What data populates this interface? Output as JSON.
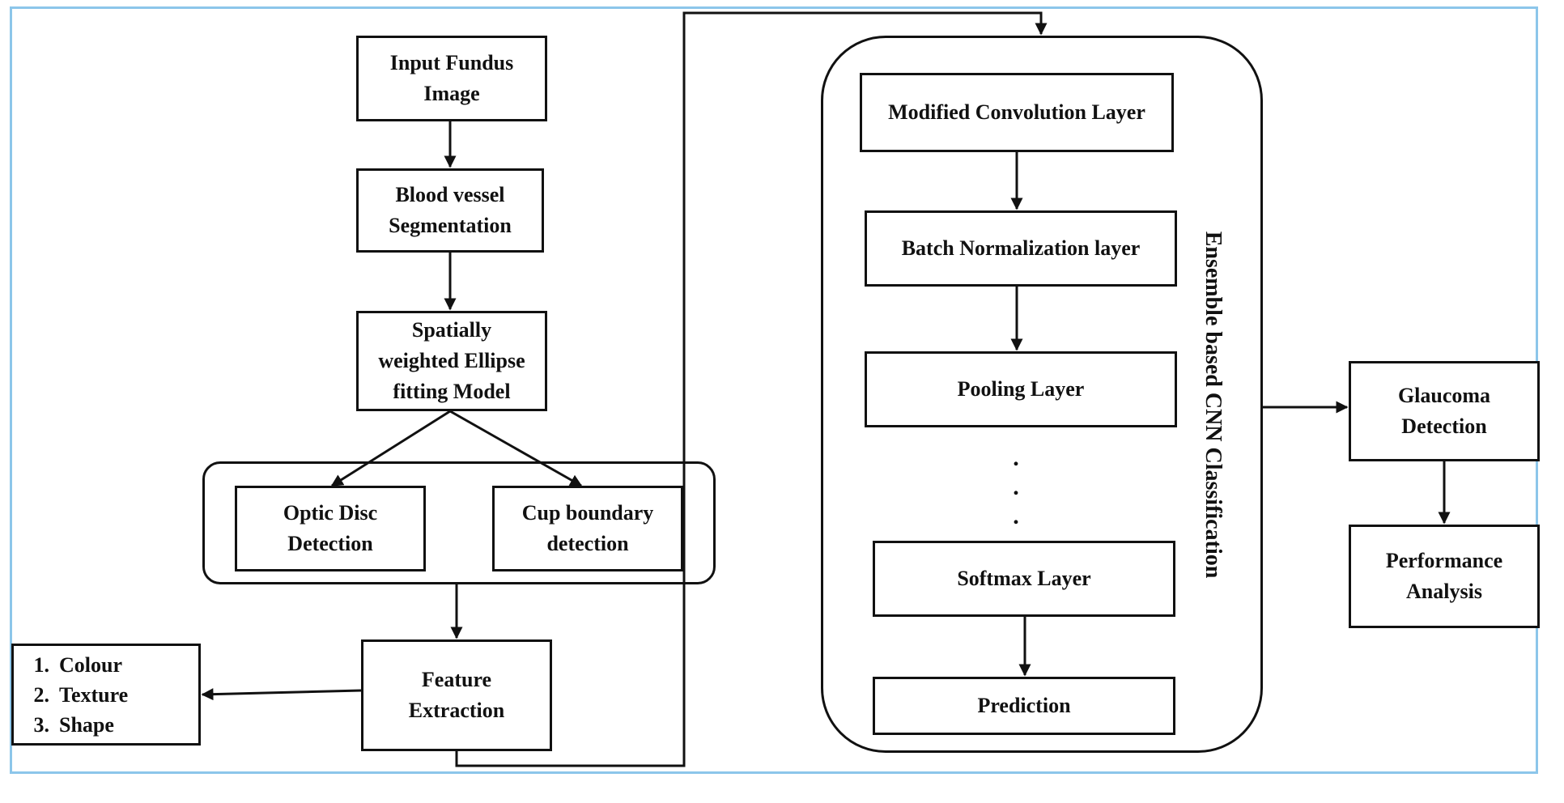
{
  "left_flow": {
    "input": [
      "Input Fundus",
      "Image"
    ],
    "vessel": [
      "Blood vessel",
      "Segmentation"
    ],
    "ellipse": [
      "Spatially",
      "weighted Ellipse",
      "fitting Model"
    ],
    "optic_disc": [
      "Optic Disc",
      "Detection"
    ],
    "cup": [
      "Cup boundary",
      "detection"
    ],
    "feature": [
      "Feature",
      "Extraction"
    ]
  },
  "features_list": [
    {
      "num": "1.",
      "label": "Colour"
    },
    {
      "num": "2.",
      "label": "Texture"
    },
    {
      "num": "3.",
      "label": "Shape"
    }
  ],
  "cnn": {
    "group_label": "Ensemble based CNN Classification",
    "conv": "Modified Convolution Layer",
    "batchnorm": "Batch Normalization layer",
    "pooling": "Pooling Layer",
    "ellipsis": [
      ".",
      ".",
      "."
    ],
    "softmax": "Softmax Layer",
    "prediction": "Prediction"
  },
  "right_flow": {
    "glaucoma": [
      "Glaucoma",
      "Detection"
    ],
    "performance": [
      "Performance",
      "Analysis"
    ]
  }
}
